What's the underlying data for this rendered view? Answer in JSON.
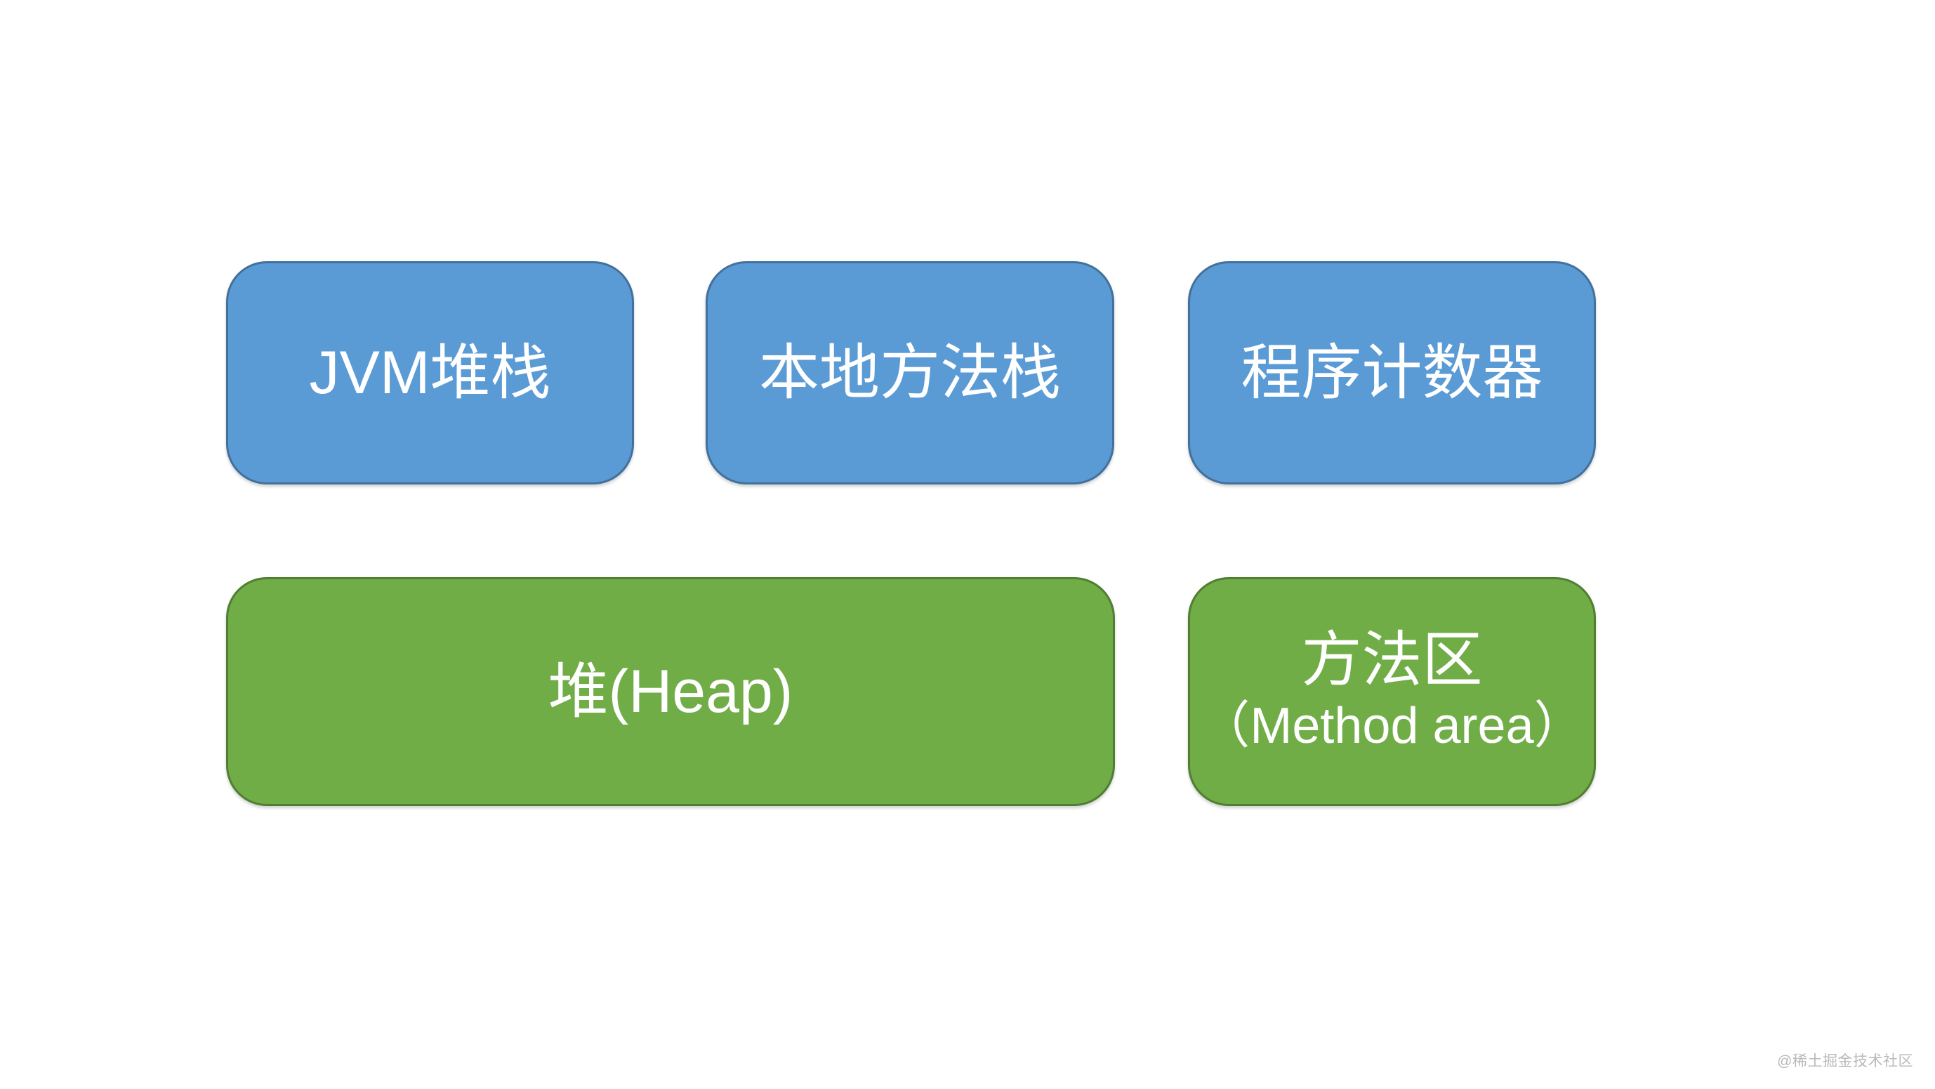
{
  "boxes": {
    "jvm_stack": {
      "label": "JVM堆栈"
    },
    "native_method_stack": {
      "label": "本地方法栈"
    },
    "program_counter": {
      "label": "程序计数器"
    },
    "heap": {
      "label": "堆(Heap)"
    },
    "method_area": {
      "label_line1": "方法区",
      "label_line2": "（Method area）"
    }
  },
  "watermark": {
    "text": "@稀土掘金技术社区"
  },
  "colors": {
    "blue_fill": "#5b9bd5",
    "blue_border": "#41719c",
    "green_fill": "#70ad47",
    "green_border": "#507e32",
    "text": "#ffffff",
    "watermark": "#b9b9b9",
    "background": "#ffffff"
  }
}
